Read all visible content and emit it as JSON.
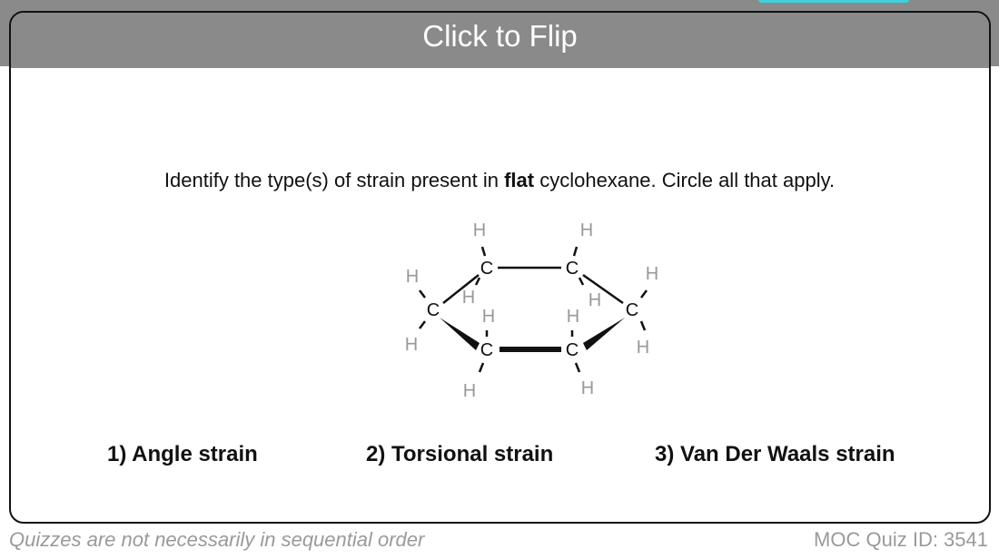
{
  "header": {
    "flip_label": "Click to Flip"
  },
  "question": {
    "prefix": "Identify the type(s) of strain present in ",
    "bold": "flat",
    "suffix": " cyclohexane. Circle all that apply."
  },
  "molecule": {
    "carbon": "C",
    "hydrogen": "H"
  },
  "options": [
    "1) Angle strain",
    "2) Torsional strain",
    "3) Van Der Waals strain"
  ],
  "footer": {
    "note": "Quizzes are not necessarily in sequential order",
    "quiz_id": "MOC Quiz ID: 3541"
  },
  "colors": {
    "header_bg": "#8a8a8a",
    "accent": "#3fd0dc",
    "hydrogen": "#999999"
  }
}
